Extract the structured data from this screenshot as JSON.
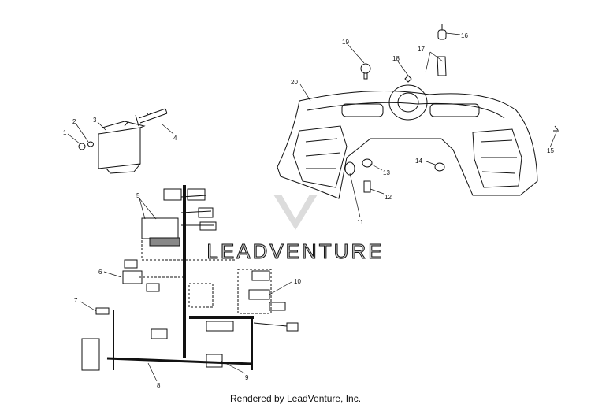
{
  "diagram": {
    "part_callouts": [
      "1",
      "2",
      "3",
      "4",
      "5",
      "6",
      "7",
      "8",
      "9",
      "10",
      "11",
      "12",
      "13",
      "14",
      "15",
      "16",
      "17",
      "18",
      "19",
      "20"
    ]
  },
  "watermark": {
    "text": "LEADVENTURE"
  },
  "footer": {
    "text": "Rendered by LeadVenture, Inc."
  }
}
